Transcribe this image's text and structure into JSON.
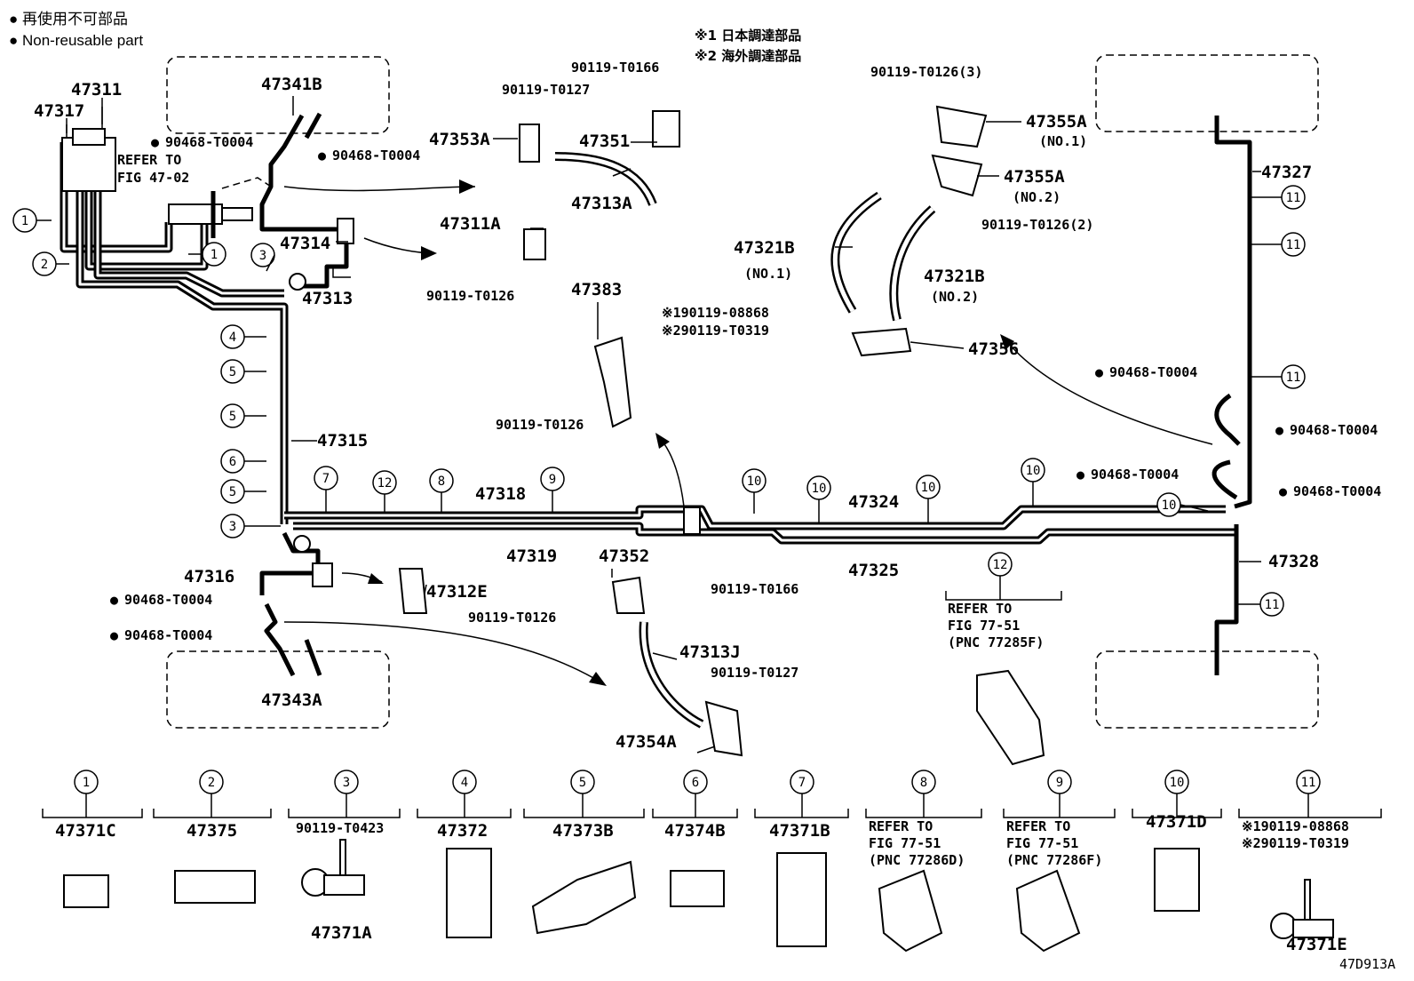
{
  "legend": {
    "line1": "● 再使用不可部品",
    "line2": "● Non-reusable part"
  },
  "notes": {
    "note1": "※1 日本調達部品",
    "note2": "※2 海外調達部品"
  },
  "diagram_code": "47D913A",
  "callouts": [
    "47311",
    "47317",
    "47341B",
    "47353A",
    "47351",
    "47313A",
    "47311A",
    "47314",
    "47313",
    "47383",
    "47355A",
    "47355A",
    "47327",
    "47321B",
    "47321B",
    "47356",
    "47315",
    "47318",
    "47319",
    "47324",
    "47325",
    "47352",
    "47316",
    "47312E",
    "47313J",
    "47354A",
    "47343A",
    "47328"
  ],
  "callout_subs": {
    "no1": "(NO.1)",
    "no2": "(NO.2)"
  },
  "bolts": {
    "b0004": "90468-T0004",
    "b0166": "90119-T0166",
    "b0127": "90119-T0127",
    "b0126": "90119-T0126",
    "b0126_3": "90119-T0126(3)",
    "b0126_2": "90119-T0126(2)",
    "b08868": "※190119-08868",
    "b0319": "※290119-T0319",
    "b0423": "90119-T0423"
  },
  "refer": {
    "fig4702_a": "REFER TO",
    "fig4702_b": "FIG 47-02",
    "r12_a": "REFER TO",
    "r12_b": "FIG 77-51",
    "r12_c": "(PNC 77285F)",
    "r8_a": "REFER TO",
    "r8_b": "FIG 77-51",
    "r8_c": "(PNC 77286D)",
    "r9_a": "REFER TO",
    "r9_b": "FIG 77-51",
    "r9_c": "(PNC 77286F)"
  },
  "clamp_markers": [
    "1",
    "2",
    "3",
    "4",
    "5",
    "5",
    "5",
    "6",
    "7",
    "8",
    "9",
    "10",
    "10",
    "10",
    "10",
    "10",
    "11",
    "11",
    "11",
    "11",
    "12"
  ],
  "bottom_table": [
    {
      "num": "1",
      "part": "47371C"
    },
    {
      "num": "2",
      "part": "47375"
    },
    {
      "num": "3",
      "part": "47371A",
      "sub": "90119-T0423"
    },
    {
      "num": "4",
      "part": "47372"
    },
    {
      "num": "5",
      "part": "47373B"
    },
    {
      "num": "6",
      "part": "47374B"
    },
    {
      "num": "7",
      "part": "47371B"
    },
    {
      "num": "8",
      "part": ""
    },
    {
      "num": "9",
      "part": ""
    },
    {
      "num": "10",
      "part": "47371D"
    },
    {
      "num": "11",
      "part": "47371E"
    }
  ]
}
